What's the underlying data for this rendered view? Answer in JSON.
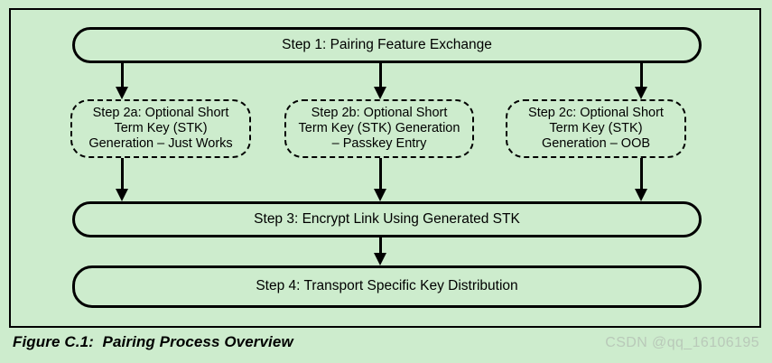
{
  "figure": {
    "caption": "Figure C.1:  Pairing Process Overview",
    "watermark": "CSDN @qq_16106195",
    "background_color": "#cdeccd",
    "line_color": "#000000",
    "watermark_color": "#b9c9b9"
  },
  "chart_data": {
    "type": "diagram",
    "title": "Figure C.1:  Pairing Process Overview",
    "nodes": [
      {
        "id": "step1",
        "label": "Step 1: Pairing Feature Exchange",
        "shape": "rounded-solid",
        "row": 1
      },
      {
        "id": "step2a",
        "label": "Step 2a: Optional Short\nTerm Key (STK)\nGeneration – Just Works",
        "shape": "rounded-dashed",
        "row": 2
      },
      {
        "id": "step2b",
        "label": "Step 2b: Optional Short\nTerm Key (STK) Generation\n– Passkey Entry",
        "shape": "rounded-dashed",
        "row": 2
      },
      {
        "id": "step2c",
        "label": "Step 2c: Optional Short\nTerm Key (STK)\nGeneration – OOB",
        "shape": "rounded-dashed",
        "row": 2
      },
      {
        "id": "step3",
        "label": "Step 3: Encrypt Link Using Generated STK",
        "shape": "rounded-solid",
        "row": 3
      },
      {
        "id": "step4",
        "label": "Step 4: Transport Specific Key Distribution",
        "shape": "rounded-solid",
        "row": 4
      }
    ],
    "edges": [
      {
        "from": "step1",
        "to": "step2a",
        "style": "solid-arrow"
      },
      {
        "from": "step1",
        "to": "step2b",
        "style": "solid-arrow"
      },
      {
        "from": "step1",
        "to": "step2c",
        "style": "solid-arrow"
      },
      {
        "from": "step2a",
        "to": "step3",
        "style": "solid-arrow"
      },
      {
        "from": "step2b",
        "to": "step3",
        "style": "solid-arrow"
      },
      {
        "from": "step2c",
        "to": "step3",
        "style": "solid-arrow"
      },
      {
        "from": "step3",
        "to": "step4",
        "style": "solid-arrow"
      }
    ]
  }
}
